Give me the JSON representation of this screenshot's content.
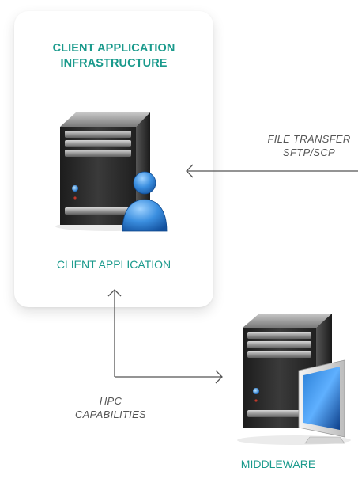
{
  "client_box": {
    "title": "CLIENT APPLICATION\nINFRASTRUCTURE",
    "caption": "CLIENT APPLICATION"
  },
  "middleware": {
    "caption": "MIDDLEWARE"
  },
  "file_transfer": {
    "line1": "FILE TRANSFER",
    "line2": "SFTP/SCP"
  },
  "hpc": {
    "line1": "HPC",
    "line2": "CAPABILITIES"
  },
  "icons": {
    "client_server": "server-with-user-icon",
    "middleware_server": "server-with-monitor-icon"
  },
  "colors": {
    "accent": "#1a9a8c",
    "arrow": "#555555",
    "label": "#555555"
  }
}
